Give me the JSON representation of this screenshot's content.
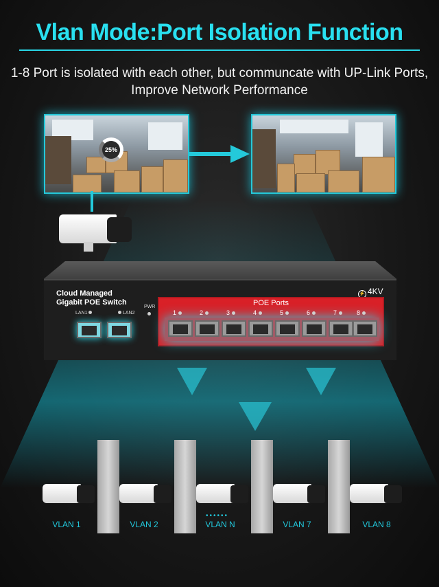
{
  "title": "Vlan Mode:Port Isolation Function",
  "subtitle_line1": "1-8 Port is isolated with each other, but communcate with UP-Link Ports,",
  "subtitle_line2": "Improve Network Performance",
  "feed": {
    "progress_text": "25%",
    "progress": 0.25
  },
  "switch": {
    "brand_line1": "Cloud Managed",
    "brand_line2": "Gigabit POE Switch",
    "surge": "4KV",
    "pwr_label": "PWR",
    "uplinks": [
      "LAN1",
      "LAN2"
    ],
    "poe_title": "POE Ports",
    "poe_ports": [
      "1",
      "2",
      "3",
      "4",
      "5",
      "6",
      "7",
      "8"
    ]
  },
  "vlans": [
    "VLAN 1",
    "VLAN 2",
    "VLAN N",
    "VLAN 7",
    "VLAN 8"
  ],
  "colors": {
    "accent": "#29e0f0",
    "poe_panel": "#d92027",
    "vlan_text": "#22c7db"
  }
}
